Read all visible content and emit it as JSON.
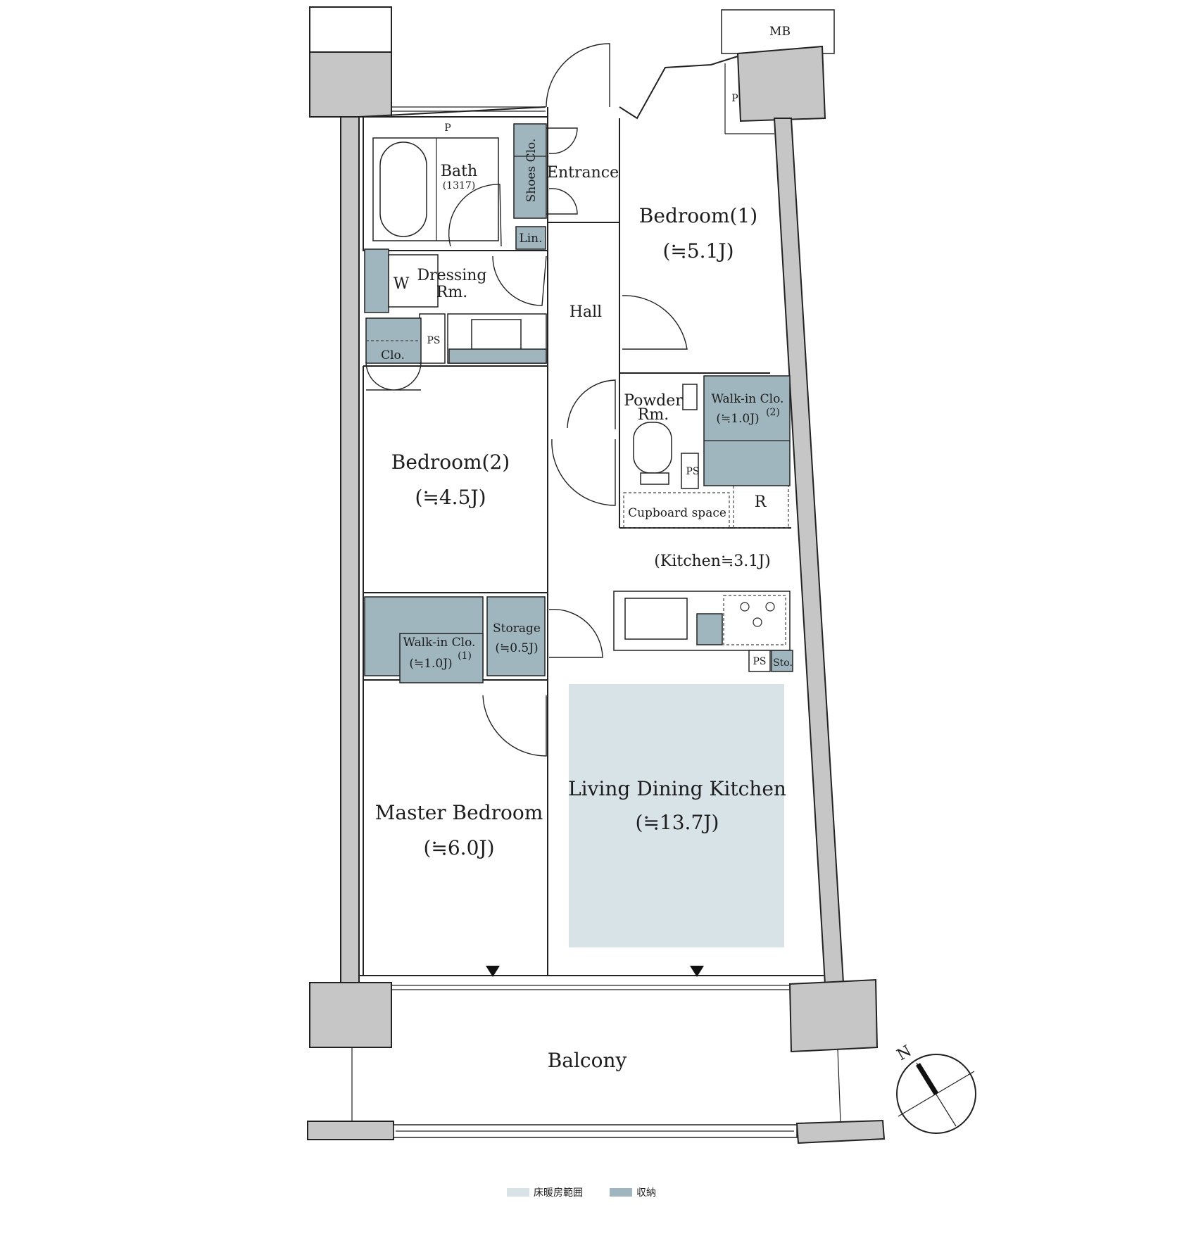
{
  "rooms": {
    "mb": "MB",
    "p_top": "P",
    "p_right": "P",
    "bath": "Bath",
    "bath_size": "(1317)",
    "shoes_clo": "Shoes Clo.",
    "entrance": "Entrance",
    "lin": "Lin.",
    "w": "W",
    "dressing_1": "Dressing",
    "dressing_2": "Rm.",
    "hall": "Hall",
    "ps_1": "PS",
    "clo": "Clo.",
    "bedroom1": "Bedroom(1)",
    "bedroom1_size": "(≒5.1J)",
    "powder_1": "Powder",
    "powder_2": "Rm.",
    "wic2": "Walk-in Clo.",
    "wic2_size": "(≒1.0J)",
    "wic2_num": "(2)",
    "ps_2": "PS",
    "bedroom2": "Bedroom(2)",
    "bedroom2_size": "(≒4.5J)",
    "cupboard": "Cupboard space",
    "r": "R",
    "kitchen": "(Kitchen≒3.1J)",
    "wic1": "Walk-in Clo.",
    "wic1_size": "(≒1.0J)",
    "wic1_num": "(1)",
    "storage": "Storage",
    "storage_size": "(≒0.5J)",
    "ps_3": "PS",
    "sto": "Sto.",
    "master": "Master Bedroom",
    "master_size": "(≒6.0J)",
    "ldk": "Living Dining Kitchen",
    "ldk_size": "(≒13.7J)",
    "balcony": "Balcony"
  },
  "compass": {
    "north": "N"
  },
  "legend": {
    "items": [
      {
        "label": "床暖房範囲",
        "color": "#d7e3e7"
      },
      {
        "label": "収納",
        "color": "#9fb6be"
      }
    ]
  },
  "colors": {
    "storage": "#9fb6be",
    "floor_heating": "#d7e3e7",
    "structure": "#c6c6c6"
  }
}
